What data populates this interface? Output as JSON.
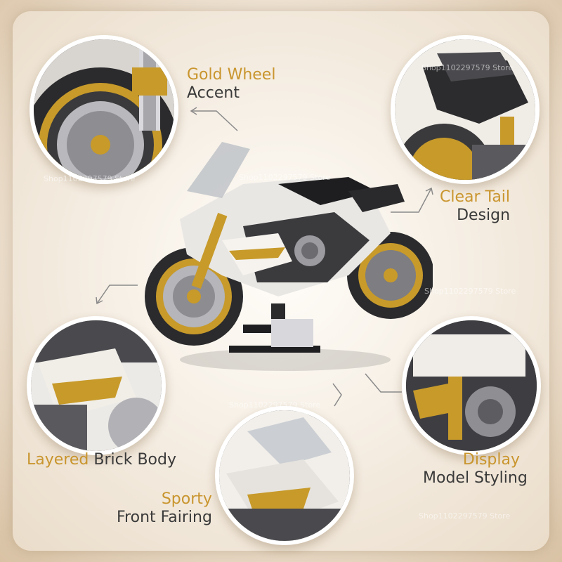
{
  "callouts": {
    "gold_wheel": {
      "accent": "Gold Wheel",
      "text": "Accent"
    },
    "clear_tail": {
      "accent": "Clear Tail",
      "text": "Design"
    },
    "layered": {
      "accent": "Layered",
      "text": "Brick Body"
    },
    "display": {
      "accent": "Display",
      "text": "Model Styling"
    },
    "sporty": {
      "accent": "Sporty",
      "text": "Front Fairing"
    }
  },
  "watermark": "Shop1102297579 Store",
  "colors": {
    "accent_gold": "#c9952e",
    "text_dark": "#3a3a3a",
    "background": "#f6efe5"
  }
}
